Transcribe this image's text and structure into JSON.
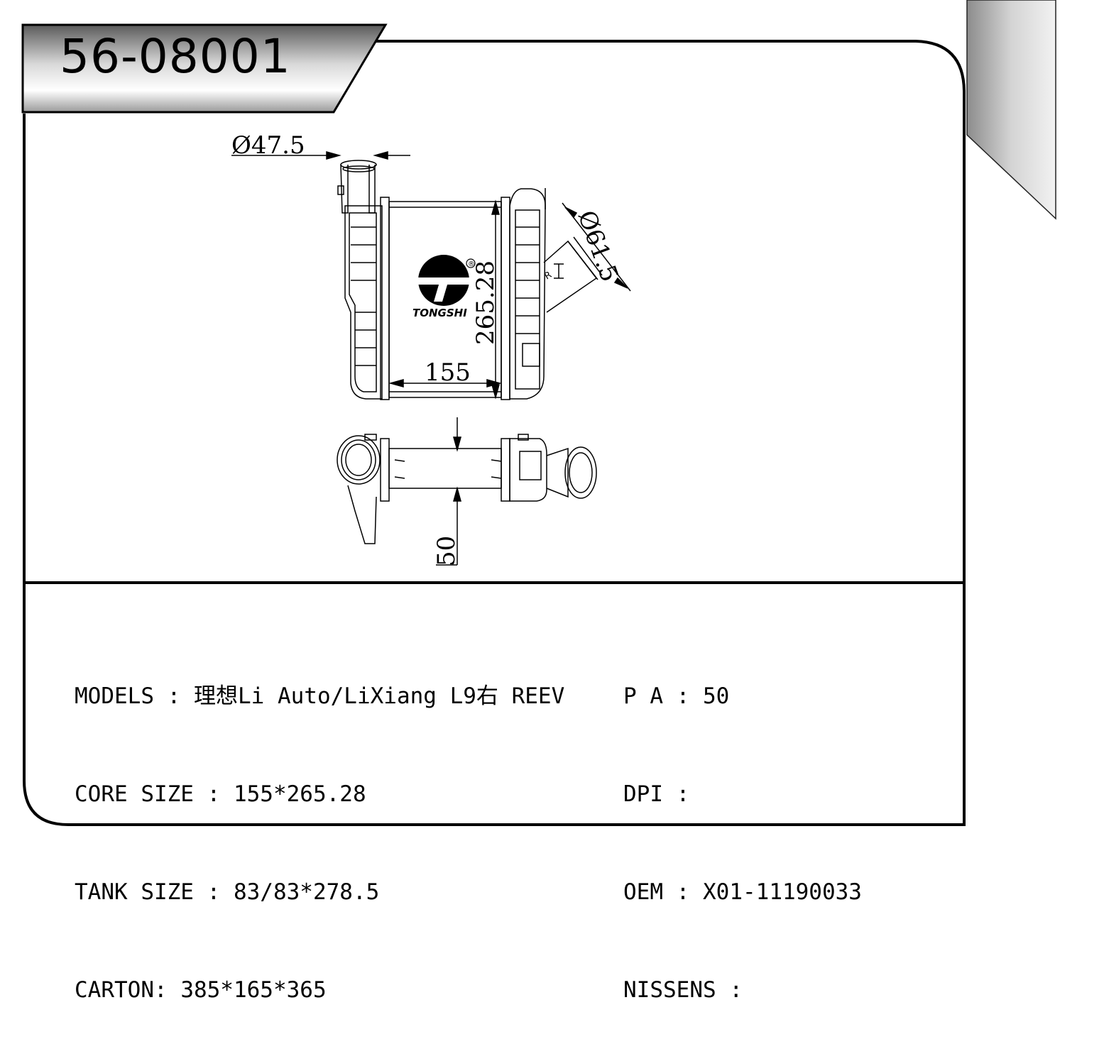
{
  "part_number": "56-08001",
  "drawing": {
    "inlet_diameter": "Ø47.5",
    "outlet_diameter": "Ø61.5",
    "core_height": "265.28",
    "core_width": "155",
    "core_depth": "50",
    "side_mark": "R",
    "brand": "TONGSHI",
    "registered_mark": "®"
  },
  "specs_left": [
    {
      "label": "MODELS",
      "sep": " : ",
      "value": "理想Li Auto/LiXiang L9右 REEV"
    },
    {
      "label": "CORE SIZE",
      "sep": " : ",
      "value": "155*265.28"
    },
    {
      "label": "TANK SIZE",
      "sep": " : ",
      "value": "83/83*278.5"
    },
    {
      "label": "CARTON",
      "sep": ": ",
      "value": "385*165*365"
    }
  ],
  "specs_right": [
    {
      "label": "P A",
      "sep": " : ",
      "value": "50"
    },
    {
      "label": "DPI",
      "sep": " : ",
      "value": ""
    },
    {
      "label": "OEM",
      "sep": " : ",
      "value": "X01-11190033"
    },
    {
      "label": "NISSENS",
      "sep": " : ",
      "value": ""
    }
  ]
}
